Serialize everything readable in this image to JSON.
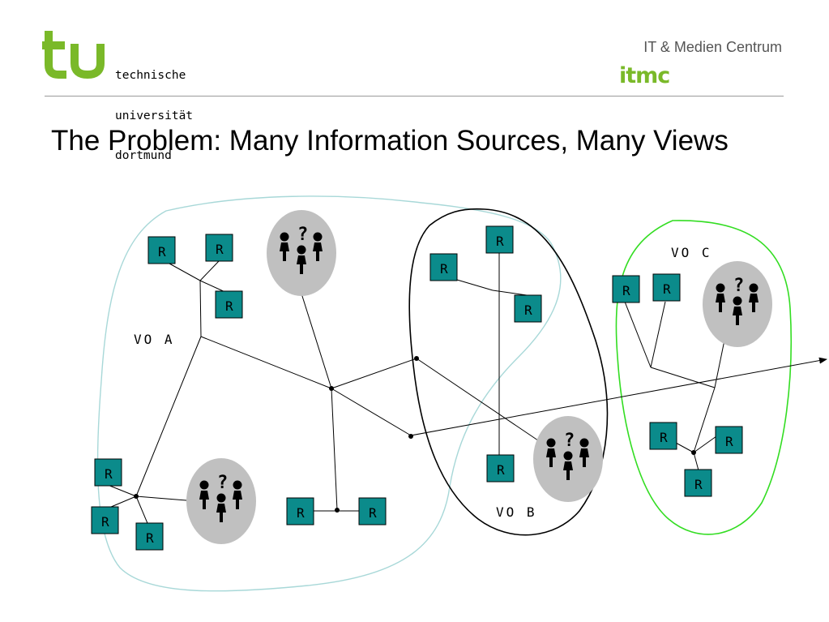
{
  "header": {
    "logo_text": "tu",
    "uni_name_lines": [
      "technische",
      "universität",
      "dortmund"
    ],
    "itmc_title": "IT & Medien Centrum",
    "itmc_logo": "itmc"
  },
  "slide": {
    "title": "The Problem: Many Information Sources, Many Views"
  },
  "diagram": {
    "resource_label": "R",
    "vo_labels": {
      "a": "VO A",
      "b": "VO B",
      "c": "VO C"
    },
    "question_mark": "?",
    "colors": {
      "resource_fill": "#0b8b8b",
      "user_group_fill": "#c0c0c0",
      "vo_a_outline": "#a8d8d8",
      "vo_b_outline": "#000000",
      "vo_c_outline": "#33dd22",
      "brand_green": "#7ab929"
    }
  }
}
